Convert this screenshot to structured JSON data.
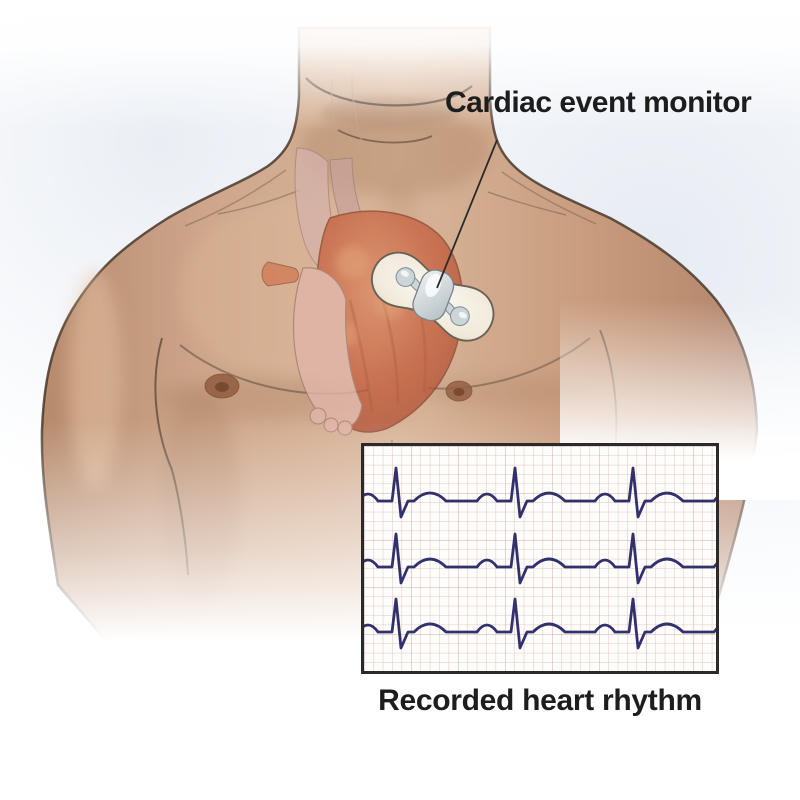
{
  "annotation": {
    "device_label": "Cardiac event monitor",
    "ecg_caption": "Recorded heart rhythm"
  },
  "ecg": {
    "rows": 3,
    "beats_per_row": 3,
    "baselines": [
      55,
      121,
      186
    ],
    "beat_centers_x": [
      -85,
      34,
      153,
      271,
      390
    ],
    "p_amp": 7,
    "r_amp": 33,
    "s_amp": 16,
    "t_amp": 8,
    "view_width": 352,
    "view_height": 225
  },
  "colors": {
    "label_text": "#1d1d1d",
    "leader_line": "#2b2b2b",
    "skin": "#cda58a",
    "skin_shadow": "#a87e5f",
    "skin_highlight": "#e6c3a4",
    "outline": "#4a382c",
    "heart_red": "#c4603f",
    "heart_texture": "#9c4a30",
    "atrium_pink": "#e0b5a9",
    "vessel_pink": "#d4b3ab",
    "patch_white": "#f7f4ea",
    "patch_edge": "#6a6155",
    "electrode_gray": "#ccd6d9",
    "device_gray": "#c2ccd0",
    "ecg_paper": "#fffdfb",
    "ecg_grid_minor": "#dcc8c2",
    "ecg_grid_major": "#c9aca4",
    "ecg_trace": "#32316e",
    "ecg_border": "#2a2a2a",
    "background_tint": "#e9edf4"
  }
}
